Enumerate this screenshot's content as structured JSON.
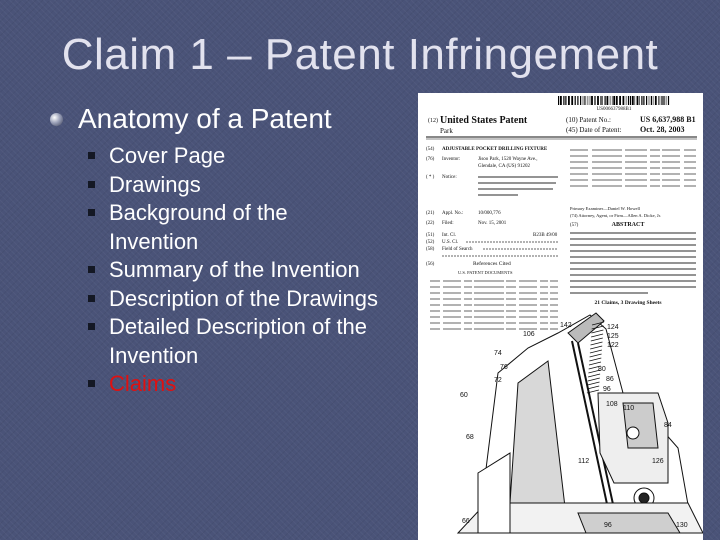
{
  "slide": {
    "title": "Claim 1 – Patent Infringement",
    "main_bullet": "Anatomy of a Patent",
    "items": [
      "Cover Page",
      "Drawings",
      "Background of the Invention",
      "Summary of the Invention",
      "Description of the Drawings",
      "Detailed Description of the Invention",
      "Claims"
    ],
    "claims_color": "#e01010"
  },
  "patent": {
    "barcode_number": "US006637988B1",
    "tag_12": "(12)",
    "country": "United States Patent",
    "inventor_short": "Park",
    "tag_10": "(10) Patent No.:",
    "patent_no": "US 6,637,988 B1",
    "tag_45": "(45) Date of Patent:",
    "date": "Oct. 28, 2003",
    "tag_54": "(54)",
    "invention_title": "ADJUSTABLE POCKET DRILLING FIXTURE",
    "tag_76": "(76)",
    "inventor_label": "Inventor:",
    "inventor_line1": "Jisoo Park, 1520 Wayne Ave.,",
    "inventor_line2": "Glendale, CA (US) 91202",
    "tag_notice": "( * )",
    "notice_label": "Notice:",
    "tag_21": "(21)",
    "appl_label": "Appl. No.:",
    "appl_no": "10/000,776",
    "tag_22": "(22)",
    "filed_label": "Filed:",
    "filed_date": "Nov. 15, 2001",
    "tag_51": "(51)",
    "int_cl": "Int. Cl.",
    "int_cl_value": "B23B 49/00",
    "tag_52": "(52)",
    "us_cl": "U.S. Cl.",
    "tag_58": "(58)",
    "field_search": "Field of Search",
    "tag_56": "(56)",
    "refs_cited": "References Cited",
    "us_docs": "U.S. PATENT DOCUMENTS",
    "abstract_tag": "(57)",
    "abstract_label": "ABSTRACT",
    "claims_drawings": "21 Claims, 3 Drawing Sheets",
    "primary_examiner": "Primary Examiner—Daniel W. Howell",
    "attorney": "(74) Attorney, Agent, or Firm—Allen A. Dicke, Jr.",
    "drawing_refs": [
      "106",
      "142",
      "124",
      "125",
      "122",
      "74",
      "76",
      "72",
      "80",
      "86",
      "96",
      "60",
      "68",
      "108",
      "110",
      "84",
      "112",
      "126",
      "66",
      "96",
      "130"
    ]
  }
}
